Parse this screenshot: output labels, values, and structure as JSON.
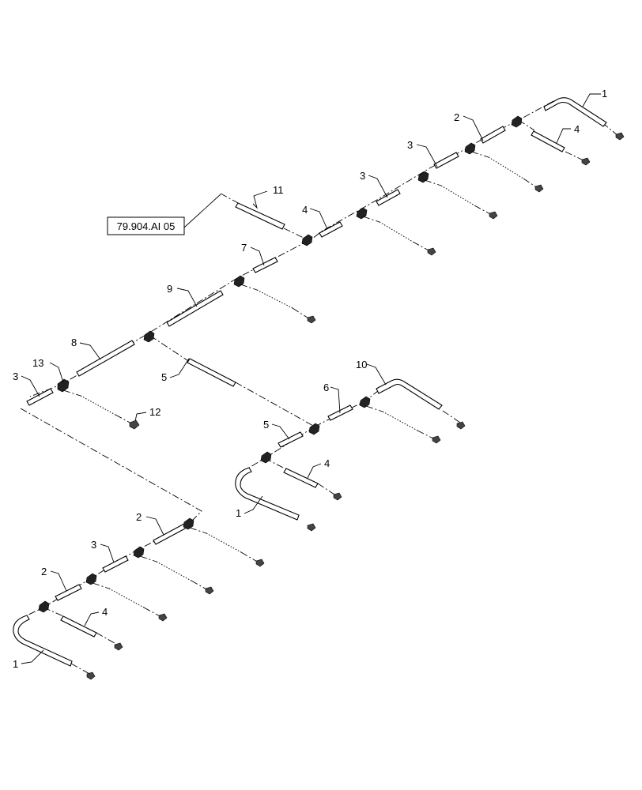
{
  "reference_box": {
    "text": "79.904.AI 05"
  },
  "callouts": [
    {
      "id": "c1a",
      "text": "1"
    },
    {
      "id": "c2a",
      "text": "2"
    },
    {
      "id": "c4a",
      "text": "4"
    },
    {
      "id": "c3a",
      "text": "3"
    },
    {
      "id": "c3b",
      "text": "3"
    },
    {
      "id": "c11",
      "text": "11"
    },
    {
      "id": "c4b",
      "text": "4"
    },
    {
      "id": "c7",
      "text": "7"
    },
    {
      "id": "c9",
      "text": "9"
    },
    {
      "id": "c8",
      "text": "8"
    },
    {
      "id": "c13",
      "text": "13"
    },
    {
      "id": "c3c",
      "text": "3"
    },
    {
      "id": "c5a",
      "text": "5"
    },
    {
      "id": "c12",
      "text": "12"
    },
    {
      "id": "c10",
      "text": "10"
    },
    {
      "id": "c6",
      "text": "6"
    },
    {
      "id": "c5b",
      "text": "5"
    },
    {
      "id": "c4c",
      "text": "4"
    },
    {
      "id": "c1b",
      "text": "1"
    },
    {
      "id": "c2b",
      "text": "2"
    },
    {
      "id": "c3d",
      "text": "3"
    },
    {
      "id": "c2c",
      "text": "2"
    },
    {
      "id": "c4d",
      "text": "4"
    },
    {
      "id": "c1c",
      "text": "1"
    }
  ]
}
